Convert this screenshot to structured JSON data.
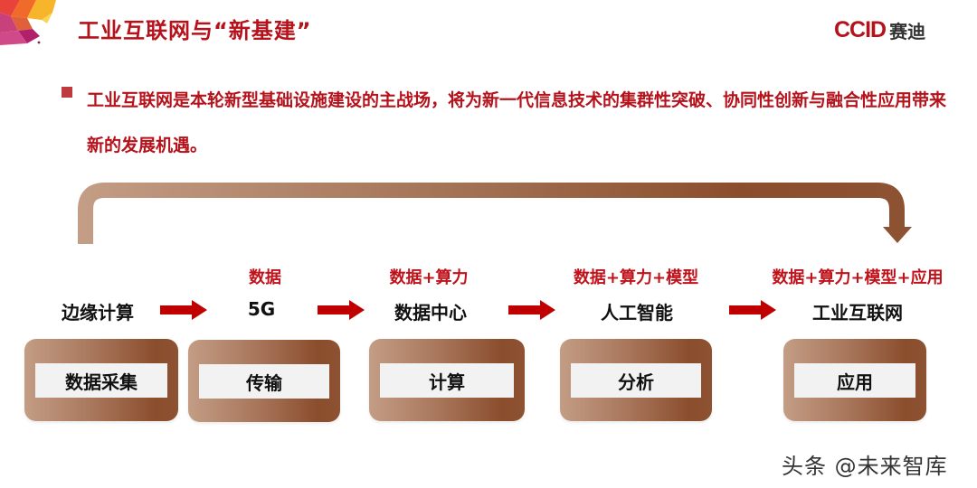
{
  "header": {
    "title": "工业互联网与“新基建”",
    "brand_latin": "CCID",
    "brand_cn": "赛迪",
    "colors": {
      "title": "#b5121b",
      "brand": "#b5121b"
    }
  },
  "bullet": {
    "text": "工业互联网是本轮新型基础设施建设的主战场，将为新一代信息技术的集群性突破、协同性创新与融合性应用带来新的发展机遇。",
    "color": "#b5121b"
  },
  "flow": {
    "stages": [
      {
        "name": "边缘计算",
        "requirement": "",
        "function": "数据采集"
      },
      {
        "name": "5G",
        "requirement": "数据",
        "function": "传输"
      },
      {
        "name": "数据中心",
        "requirement": "数据+算力",
        "function": "计算"
      },
      {
        "name": "人工智能",
        "requirement": "数据+算力+模型",
        "function": "分析"
      },
      {
        "name": "工业互联网",
        "requirement": "数据+算力+模型+应用",
        "function": "应用"
      }
    ],
    "arrow_icon": "right-arrow-icon",
    "loop_icon": "feedback-loop-arrow-icon",
    "colors": {
      "arrow": "#c00000",
      "box_start": "#c39d85",
      "box_end": "#8b4e2d",
      "inner": "#f2f2f2"
    }
  },
  "watermark": "头条 @未来智库"
}
